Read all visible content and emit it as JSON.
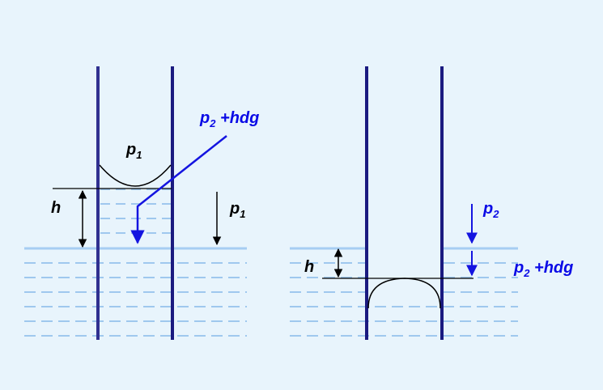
{
  "colors": {
    "background": "#e8f4fc",
    "water_surface": "#a6cdf2",
    "water_dash": "#9fc8ee",
    "tube": "#1a1a80",
    "tube_left": "#303090",
    "text_blue": "#0a0ae6",
    "text_black": "#000000"
  },
  "left_figure": {
    "p1_meniscus_label": {
      "base": "p",
      "sub": "1"
    },
    "height_label": "h",
    "outside_pressure_label": {
      "base": "p",
      "sub": "1"
    },
    "inside_pressure_label": {
      "base": "p",
      "sub": "2",
      "tail": " +hdg"
    }
  },
  "right_figure": {
    "height_label": "h",
    "top_pressure_label": {
      "base": "p",
      "sub": "2"
    },
    "bottom_pressure_label": {
      "base": "p",
      "sub": "2",
      "tail": " +hdg"
    }
  }
}
